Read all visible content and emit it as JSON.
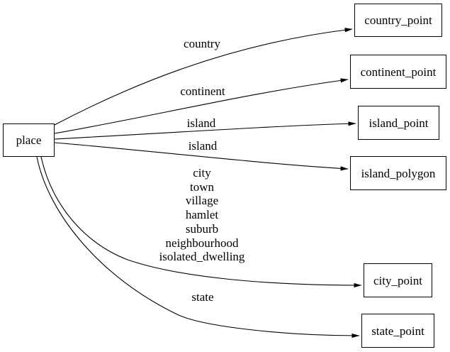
{
  "diagram": {
    "type": "directed-graph",
    "background_color": "#ffffff",
    "line_color": "#000000",
    "text_color": "#000000",
    "node_fill": "#ffffff"
  },
  "nodes": [
    {
      "id": "place",
      "label": "place"
    },
    {
      "id": "country_point",
      "label": "country_point"
    },
    {
      "id": "continent_point",
      "label": "continent_point"
    },
    {
      "id": "island_point",
      "label": "island_point"
    },
    {
      "id": "island_polygon",
      "label": "island_polygon"
    },
    {
      "id": "city_point",
      "label": "city_point"
    },
    {
      "id": "state_point",
      "label": "state_point"
    }
  ],
  "edges": [
    {
      "from": "place",
      "to": "country_point",
      "label": "country"
    },
    {
      "from": "place",
      "to": "continent_point",
      "label": "continent"
    },
    {
      "from": "place",
      "to": "island_point",
      "label": "island"
    },
    {
      "from": "place",
      "to": "island_polygon",
      "label": "island"
    },
    {
      "from": "place",
      "to": "city_point",
      "label": "city\ntown\nvillage\nhamlet\nsuburb\nneighbourhood\nisolated_dwelling"
    },
    {
      "from": "place",
      "to": "state_point",
      "label": "state"
    }
  ]
}
